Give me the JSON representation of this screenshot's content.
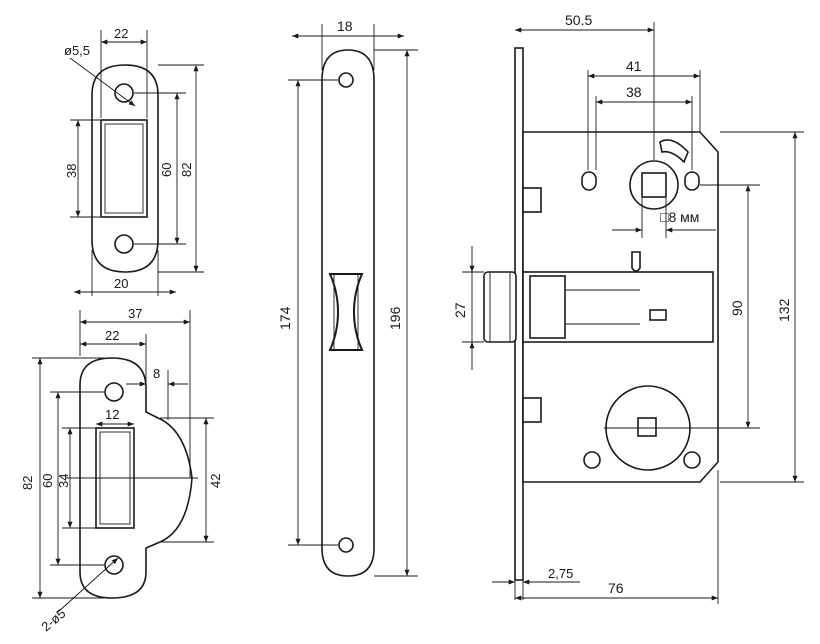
{
  "colors": {
    "line": "#1a1a1a",
    "background": "#ffffff"
  },
  "strike_plate_top": {
    "hole_dia": "ø5,5",
    "width": "22",
    "height_inner": "38",
    "hole_spacing": "60",
    "height_total": "82",
    "width_total": "20"
  },
  "strike_plate_bottom": {
    "width_total": "37",
    "width_plate": "22",
    "lip": "8",
    "slot_width": "12",
    "height_total": "82",
    "hole_spacing": "60",
    "slot_height": "34",
    "lip_height": "42",
    "hole_dia": "2-ø5"
  },
  "faceplate": {
    "width": "18",
    "hole_spacing": "174",
    "height_total": "196"
  },
  "lock_body": {
    "backset": "50.5",
    "mount_outer": "41",
    "mount_inner": "38",
    "spindle": "□8 мм",
    "latch_height": "27",
    "center_distance": "90",
    "body_height": "132",
    "plate_thickness": "2,75",
    "body_depth": "76"
  }
}
